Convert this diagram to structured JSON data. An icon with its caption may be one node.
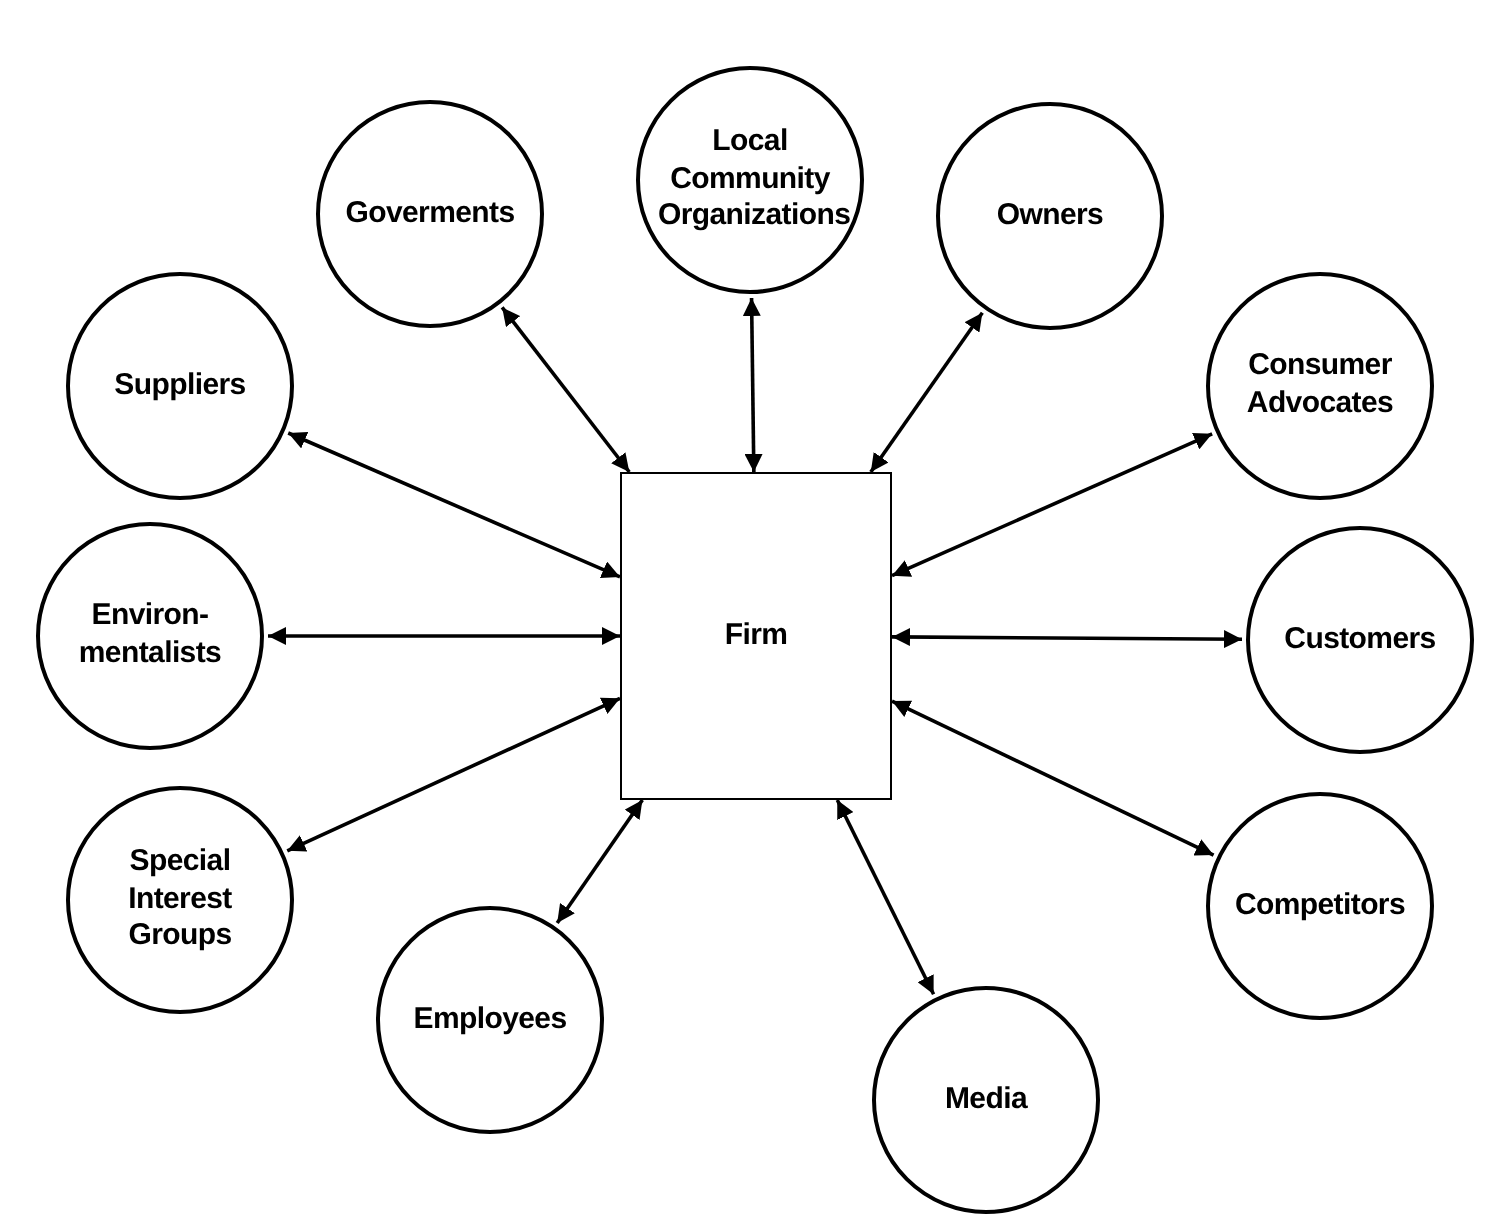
{
  "diagram": {
    "nodes": [
      {
        "text": [
          "Goverments"
        ]
      },
      {
        "text": [
          "Local Community Organizations"
        ]
      },
      {
        "text": [
          "Owners"
        ]
      },
      {
        "text": [
          "Suppliers"
        ]
      },
      {
        "text": [
          "Consumer Advocates"
        ]
      },
      {
        "text": [
          "Environ-mentalists"
        ]
      },
      {
        "text": [
          "Firm"
        ]
      },
      {
        "text": [
          "Customers"
        ]
      },
      {
        "text": [
          "Special Interest Groups"
        ]
      },
      {
        "text": [
          "Competitors"
        ]
      },
      {
        "text": [
          "Employees"
        ]
      },
      {
        "text": [
          "Media"
        ]
      }
    ],
    "edges": [
      {
        "from": 6,
        "to": 0,
        "arrow": "both"
      },
      {
        "from": 6,
        "to": 1,
        "arrow": "both"
      },
      {
        "from": 6,
        "to": 2,
        "arrow": "both"
      },
      {
        "from": 6,
        "to": 3,
        "arrow": "both"
      },
      {
        "from": 6,
        "to": 4,
        "arrow": "both"
      },
      {
        "from": 6,
        "to": 5,
        "arrow": "both"
      },
      {
        "from": 6,
        "to": 7,
        "arrow": "both"
      },
      {
        "from": 6,
        "to": 8,
        "arrow": "both"
      },
      {
        "from": 6,
        "to": 9,
        "arrow": "both"
      },
      {
        "from": 6,
        "to": 10,
        "arrow": "both"
      },
      {
        "from": 6,
        "to": 11,
        "arrow": "both"
      }
    ]
  }
}
